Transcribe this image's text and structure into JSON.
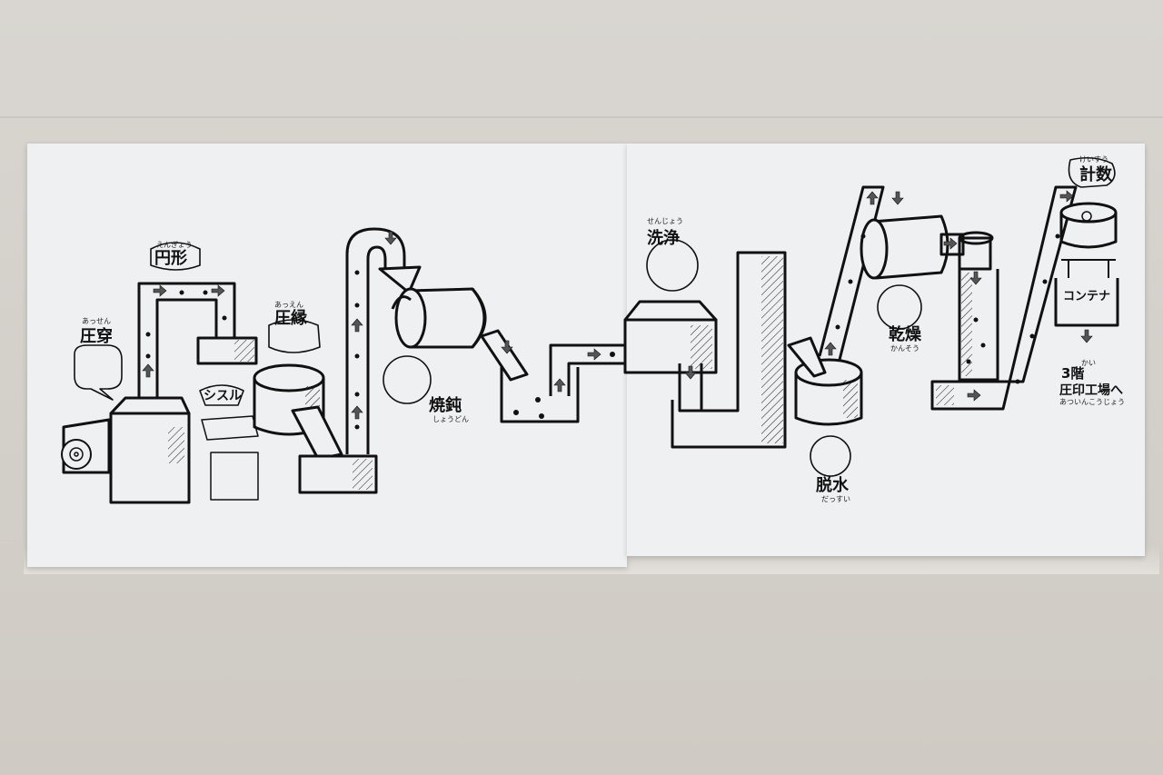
{
  "colors": {
    "ink": "#111111",
    "sheet": "#eef0f2",
    "wall": "#d6d2cc",
    "arrow_fill": "#555555"
  },
  "steps": {
    "punching": {
      "label": "圧穿",
      "ruby": "あっせん"
    },
    "blanking": {
      "label": "円形",
      "ruby": "えんぎょう"
    },
    "rimming": {
      "label": "圧縁",
      "ruby": "あっえん"
    },
    "scrap": {
      "label": "シスル"
    },
    "annealing": {
      "label": "焼鈍",
      "ruby": "しょうどん"
    },
    "washing": {
      "label": "洗浄",
      "ruby": "せんじょう"
    },
    "dewatering": {
      "label": "脱水",
      "ruby": "だっすい"
    },
    "drying": {
      "label": "乾燥",
      "ruby": "かんそう"
    },
    "counting": {
      "label": "計数",
      "ruby": "けいすう"
    },
    "container": {
      "label": "コンテナ"
    },
    "destination": {
      "floor": "3階",
      "floor_ruby": "かい",
      "label": "圧印工場へ",
      "ruby": "あついんこうじょう"
    }
  },
  "icons": [
    "coil-icon",
    "press-icon",
    "conveyor-icon",
    "rimming-drum-icon",
    "furnace-drum-icon",
    "wash-tank-icon",
    "spin-dryer-icon",
    "dryer-drum-icon",
    "counter-icon",
    "container-icon",
    "down-arrow-icon"
  ]
}
